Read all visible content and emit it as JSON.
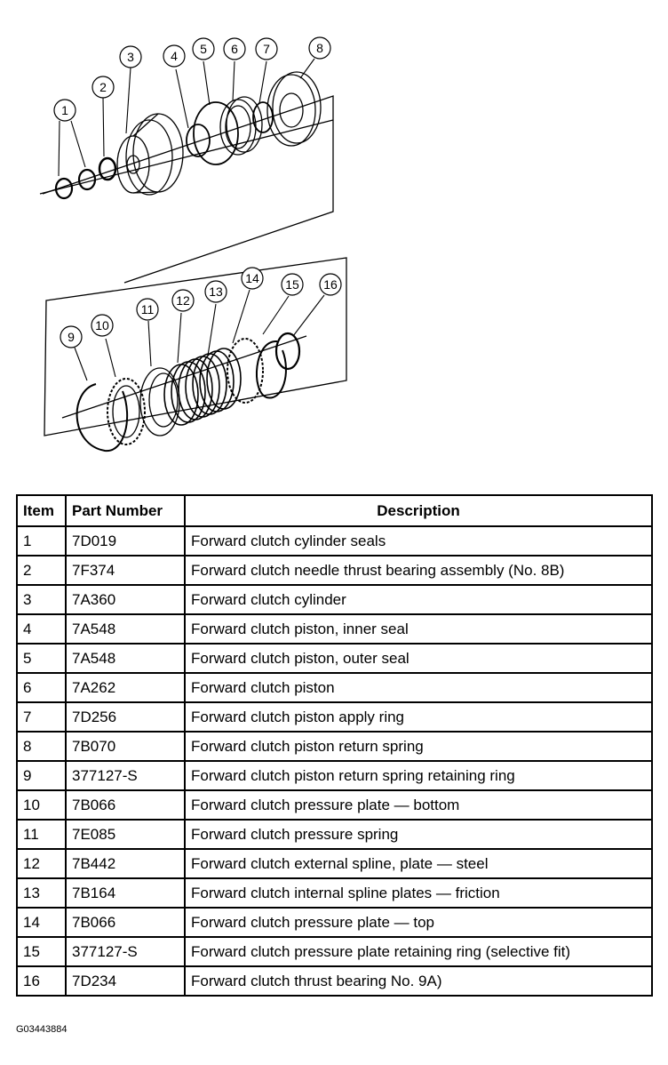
{
  "diagram": {
    "callouts": [
      "1",
      "2",
      "3",
      "4",
      "5",
      "6",
      "7",
      "8",
      "9",
      "10",
      "11",
      "12",
      "13",
      "14",
      "15",
      "16"
    ]
  },
  "table": {
    "headers": {
      "item": "Item",
      "part_number": "Part Number",
      "description": "Description"
    },
    "rows": [
      {
        "item": "1",
        "part": "7D019",
        "desc": "Forward clutch cylinder seals"
      },
      {
        "item": "2",
        "part": "7F374",
        "desc": "Forward clutch needle thrust bearing assembly (No. 8B)"
      },
      {
        "item": "3",
        "part": "7A360",
        "desc": "Forward clutch cylinder"
      },
      {
        "item": "4",
        "part": "7A548",
        "desc": "Forward clutch piston, inner seal"
      },
      {
        "item": "5",
        "part": "7A548",
        "desc": "Forward clutch piston, outer seal"
      },
      {
        "item": "6",
        "part": "7A262",
        "desc": "Forward clutch piston"
      },
      {
        "item": "7",
        "part": "7D256",
        "desc": "Forward clutch piston apply ring"
      },
      {
        "item": "8",
        "part": "7B070",
        "desc": "Forward clutch piston return spring"
      },
      {
        "item": "9",
        "part": "377127-S",
        "desc": "Forward clutch piston return spring retaining ring"
      },
      {
        "item": "10",
        "part": "7B066",
        "desc": "Forward clutch pressure plate — bottom"
      },
      {
        "item": "11",
        "part": "7E085",
        "desc": "Forward clutch pressure spring"
      },
      {
        "item": "12",
        "part": "7B442",
        "desc": "Forward clutch external spline, plate — steel"
      },
      {
        "item": "13",
        "part": "7B164",
        "desc": "Forward clutch internal spline plates — friction"
      },
      {
        "item": "14",
        "part": "7B066",
        "desc": "Forward clutch pressure plate — top"
      },
      {
        "item": "15",
        "part": "377127-S",
        "desc": "Forward clutch pressure plate retaining ring (selective fit)"
      },
      {
        "item": "16",
        "part": "7D234",
        "desc": "Forward clutch thrust bearing No. 9A)"
      }
    ]
  },
  "figure_id": "G03443884"
}
